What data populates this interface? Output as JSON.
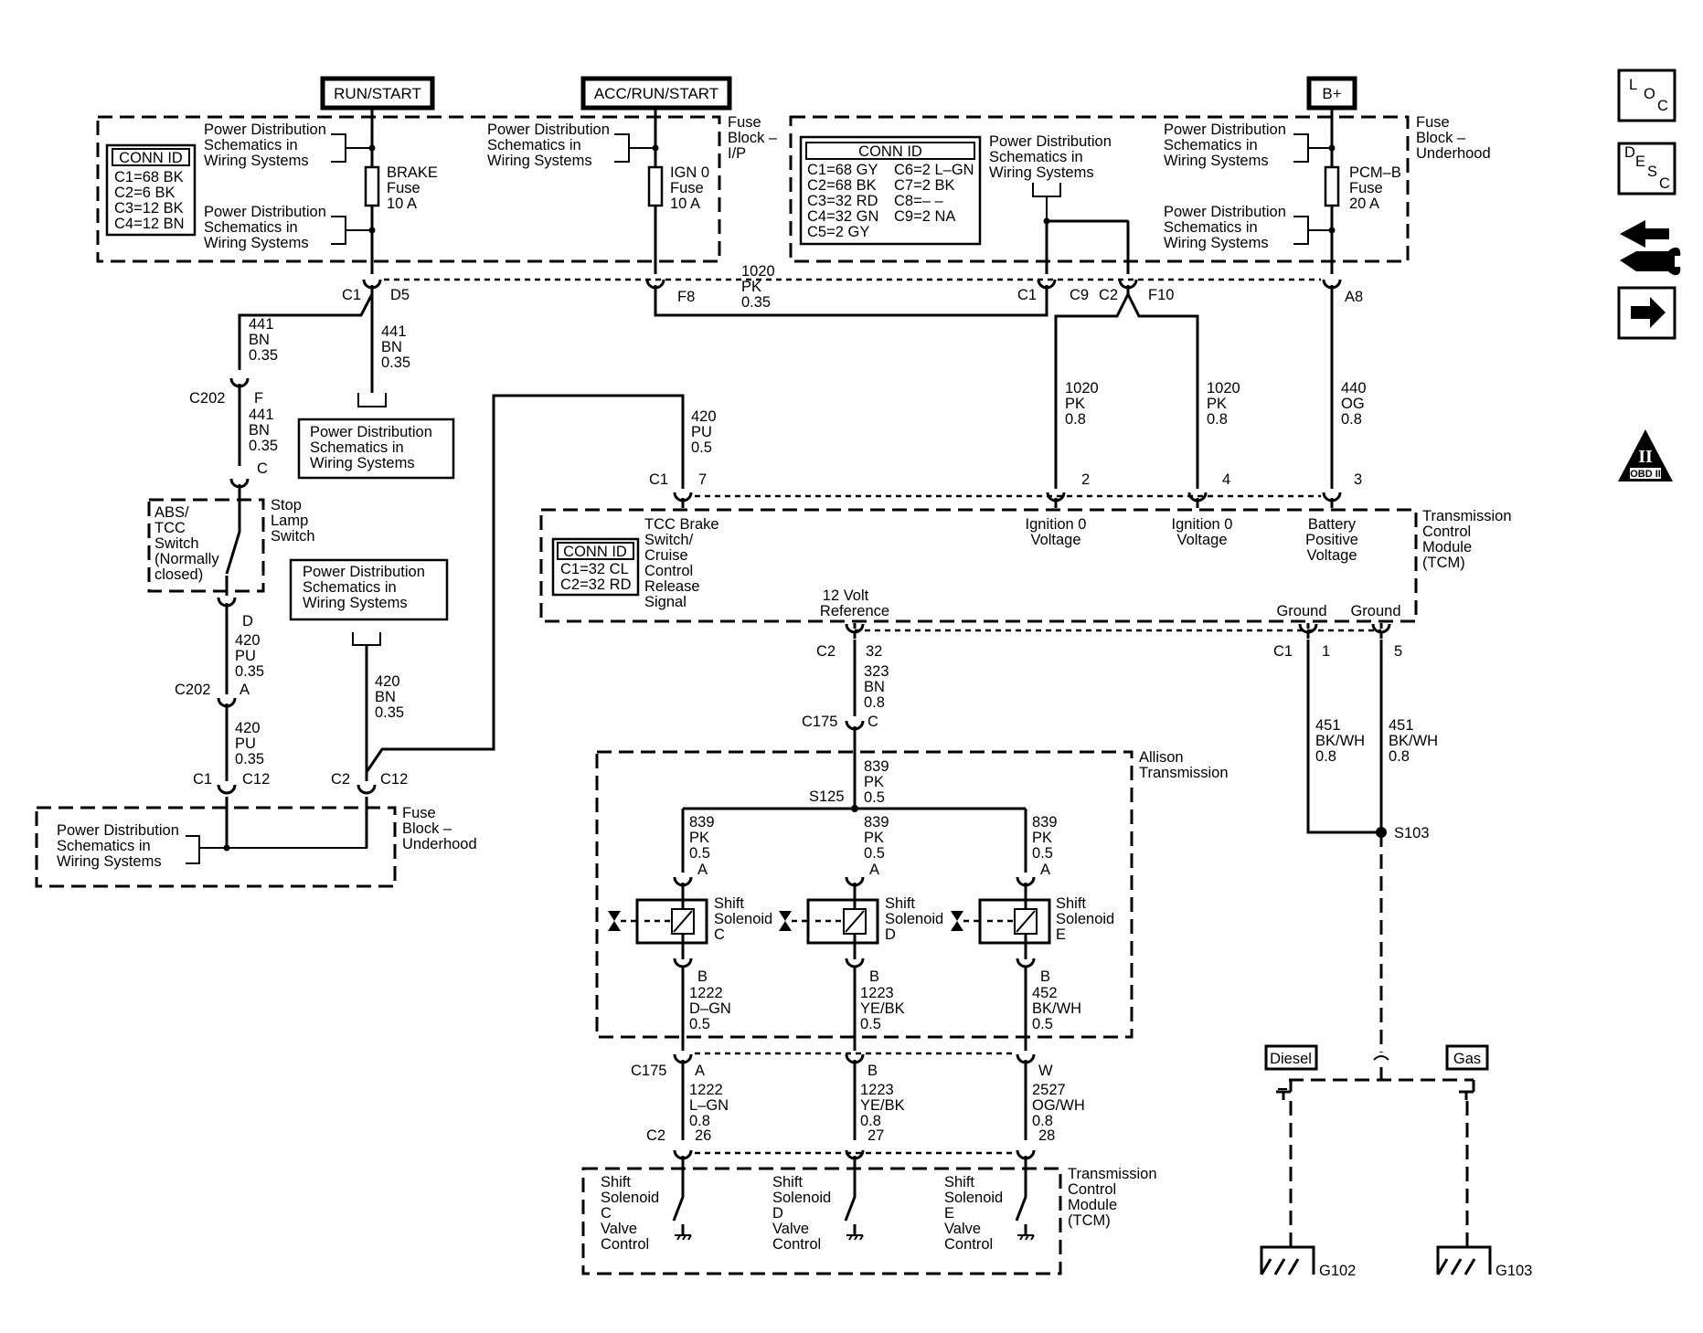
{
  "sources": {
    "run_start": "RUN/START",
    "acc_run_start": "ACC/RUN/START",
    "bplus": "B+"
  },
  "side_icons": {
    "loc": [
      "L",
      "O",
      "C"
    ],
    "desc": [
      "D",
      "E",
      "S",
      "C"
    ],
    "obd": "OBD II",
    "obd_roman": "II"
  },
  "fuse_block_ip": {
    "label": [
      "Fuse",
      "Block –",
      "I/P"
    ],
    "conn_id": {
      "title": "CONN ID",
      "rows": [
        "C1=68 BK",
        "C2=6 BK",
        "C3=12 BK",
        "C4=12 BN"
      ]
    },
    "pd1": [
      "Power Distribution",
      "Schematics in",
      "Wiring Systems"
    ],
    "pd2": [
      "Power Distribution",
      "Schematics in",
      "Wiring Systems"
    ],
    "pd3": [
      "Power Distribution",
      "Schematics in",
      "Wiring Systems"
    ],
    "brake_fuse": [
      "BRAKE",
      "Fuse",
      "10 A"
    ],
    "ign0_fuse": [
      "IGN 0",
      "Fuse",
      "10 A"
    ]
  },
  "fuse_block_uh": {
    "label": [
      "Fuse",
      "Block –",
      "Underhood"
    ],
    "conn_id": {
      "title": "CONN ID",
      "rows_left": [
        "C1=68 GY",
        "C2=68 BK",
        "C3=32 RD",
        "C4=32 GN",
        "C5=2 GY"
      ],
      "rows_right": [
        "C6=2 L–GN",
        "C7=2 BK",
        "C8=– –",
        "C9=2 NA"
      ]
    },
    "pd1": [
      "Power Distribution",
      "Schematics in",
      "Wiring Systems"
    ],
    "pd2": [
      "Power Distribution",
      "Schematics in",
      "Wiring Systems"
    ],
    "pd3": [
      "Power Distribution",
      "Schematics in",
      "Wiring Systems"
    ],
    "pcmb_fuse": [
      "PCM–B",
      "Fuse",
      "20 A"
    ]
  },
  "connectors": {
    "c1_d5": [
      "C1",
      "D5"
    ],
    "f8": "F8",
    "c1_c9": [
      "C1",
      "C9"
    ],
    "c2_f10": [
      "C2",
      "F10"
    ],
    "a8": "A8",
    "c202_f": [
      "C202",
      "F"
    ],
    "c_pin": "C",
    "d_pin": "D",
    "c202_a": [
      "C202",
      "A"
    ],
    "c1_c12": [
      "C1",
      "C12"
    ],
    "c2_c12": [
      "C2",
      "C12"
    ],
    "tcm_c1_7": [
      "C1",
      "7"
    ],
    "tcm_2": "2",
    "tcm_4": "4",
    "tcm_3": "3",
    "c2_32": [
      "C2",
      "32"
    ],
    "c175_c": [
      "C175",
      "C"
    ],
    "s125": "S125",
    "ground_c1_1": [
      "C1",
      "1"
    ],
    "ground_5": "5",
    "s103": "S103",
    "sol_a": "A",
    "sol_b": "B",
    "c175_row": [
      "C175",
      "A",
      "B",
      "W"
    ],
    "c2_row": [
      "C2",
      "26",
      "27",
      "28"
    ]
  },
  "wires": {
    "w1020_top": [
      "1020",
      "PK",
      "0.35"
    ],
    "w441_a": [
      "441",
      "BN",
      "0.35"
    ],
    "w441_b": [
      "441",
      "BN",
      "0.35"
    ],
    "w441_c": [
      "441",
      "BN",
      "0.35"
    ],
    "w420_pu_top": [
      "420",
      "PU",
      "0.5"
    ],
    "w420_pu_a": [
      "420",
      "PU",
      "0.35"
    ],
    "w420_pu_b": [
      "420",
      "PU",
      "0.35"
    ],
    "w420_bn": [
      "420",
      "BN",
      "0.35"
    ],
    "w1020_l": [
      "1020",
      "PK",
      "0.8"
    ],
    "w1020_r": [
      "1020",
      "PK",
      "0.8"
    ],
    "w440": [
      "440",
      "OG",
      "0.8"
    ],
    "w323": [
      "323",
      "BN",
      "0.8"
    ],
    "w839_main": [
      "839",
      "PK",
      "0.5"
    ],
    "w839_c": [
      "839",
      "PK",
      "0.5"
    ],
    "w839_d": [
      "839",
      "PK",
      "0.5"
    ],
    "w839_e": [
      "839",
      "PK",
      "0.5"
    ],
    "w1222_dgn": [
      "1222",
      "D–GN",
      "0.5"
    ],
    "w1223_a": [
      "1223",
      "YE/BK",
      "0.5"
    ],
    "w452": [
      "452",
      "BK/WH",
      "0.5"
    ],
    "w1222_lgn": [
      "1222",
      "L–GN",
      "0.8"
    ],
    "w1223_b": [
      "1223",
      "YE/BK",
      "0.8"
    ],
    "w2527": [
      "2527",
      "OG/WH",
      "0.8"
    ],
    "w451_a": [
      "451",
      "BK/WH",
      "0.8"
    ],
    "w451_b": [
      "451",
      "BK/WH",
      "0.8"
    ]
  },
  "components": {
    "pd_box_left": [
      "Power Distribution",
      "Schematics in",
      "Wiring Systems"
    ],
    "pd_box_mid": [
      "Power Distribution",
      "Schematics in",
      "Wiring Systems"
    ],
    "stop_lamp_switch": [
      "Stop",
      "Lamp",
      "Switch"
    ],
    "abs_tcc": [
      "ABS/",
      "TCC",
      "Switch",
      "(Normally",
      "closed)"
    ],
    "fuse_block_uh_bottom": {
      "pd": [
        "Power Distribution",
        "Schematics in",
        "Wiring Systems"
      ],
      "label": [
        "Fuse",
        "Block –",
        "Underhood"
      ]
    }
  },
  "tcm": {
    "label": [
      "Transmission",
      "Control",
      "Module",
      "(TCM)"
    ],
    "conn_id": {
      "title": "CONN ID",
      "rows": [
        "C1=32 CL",
        "C2=32 RD"
      ]
    },
    "tcc_brake": [
      "TCC Brake",
      "Switch/",
      "Cruise",
      "Control",
      "Release",
      "Signal"
    ],
    "ign0_a": [
      "Ignition 0",
      "Voltage"
    ],
    "ign0_b": [
      "Ignition 0",
      "Voltage"
    ],
    "batt": [
      "Battery",
      "Positive",
      "Voltage"
    ],
    "ref12": [
      "12 Volt",
      "Reference"
    ],
    "ground_a": "Ground",
    "ground_b": "Ground"
  },
  "allison": {
    "label": [
      "Allison",
      "Transmission"
    ],
    "sol_c": [
      "Shift",
      "Solenoid",
      "C"
    ],
    "sol_d": [
      "Shift",
      "Solenoid",
      "D"
    ],
    "sol_e": [
      "Shift",
      "Solenoid",
      "E"
    ]
  },
  "tcm_bottom": {
    "label": [
      "Transmission",
      "Control",
      "Module",
      "(TCM)"
    ],
    "vc_c": [
      "Shift",
      "Solenoid",
      "C",
      "Valve",
      "Control"
    ],
    "vc_d": [
      "Shift",
      "Solenoid",
      "D",
      "Valve",
      "Control"
    ],
    "vc_e": [
      "Shift",
      "Solenoid",
      "E",
      "Valve",
      "Control"
    ]
  },
  "grounds": {
    "diesel": "Diesel",
    "gas": "Gas",
    "g102": "G102",
    "g103": "G103"
  }
}
